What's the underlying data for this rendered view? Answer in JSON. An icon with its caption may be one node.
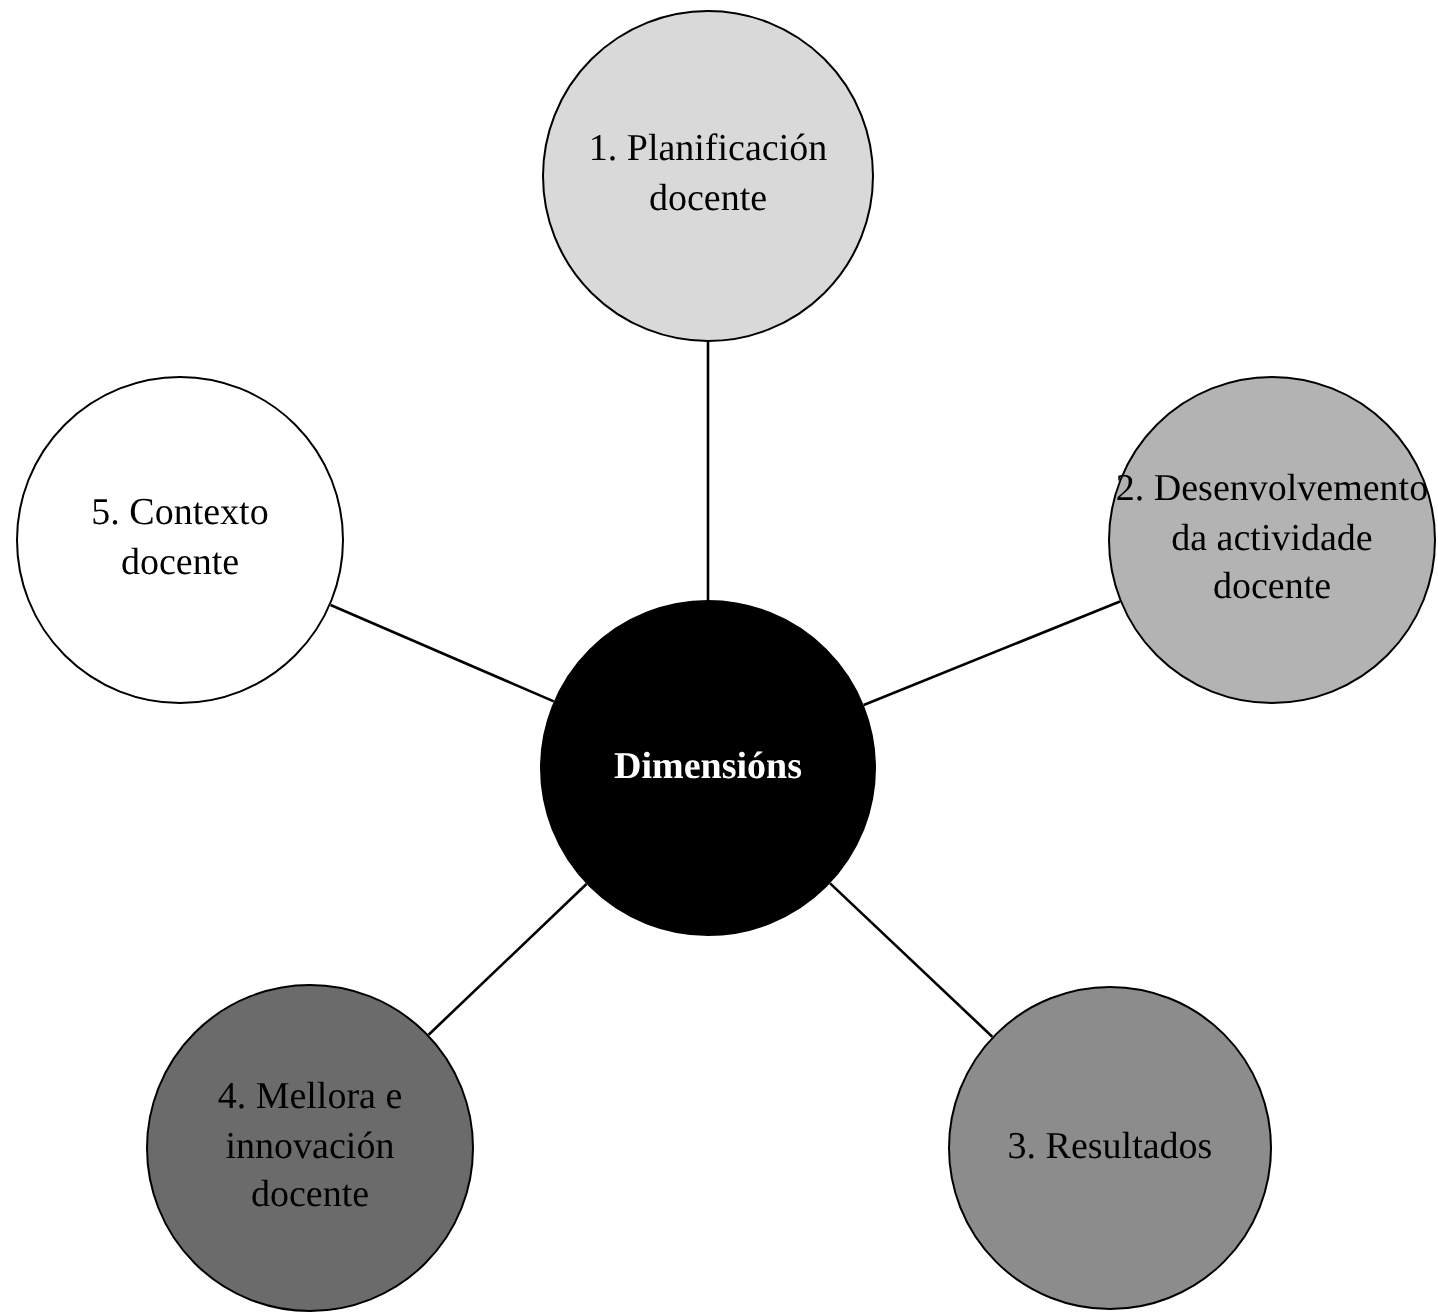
{
  "diagram": {
    "nodes": [
      {
        "text": [
          "Dimensións"
        ]
      },
      {
        "text": [
          "1. Planificación docente"
        ]
      },
      {
        "text": [
          "2. Desenvolvemento da actividade docente"
        ]
      },
      {
        "text": [
          "3. Resultados"
        ]
      },
      {
        "text": [
          "4. Mellora e innovación docente"
        ]
      },
      {
        "text": [
          "5. Contexto docente"
        ]
      }
    ],
    "edges": [
      {
        "from": 0,
        "to": 1,
        "arrow": "none"
      },
      {
        "from": 0,
        "to": 2,
        "arrow": "none"
      },
      {
        "from": 0,
        "to": 3,
        "arrow": "none"
      },
      {
        "from": 0,
        "to": 4,
        "arrow": "none"
      },
      {
        "from": 0,
        "to": 5,
        "arrow": "none"
      }
    ]
  }
}
